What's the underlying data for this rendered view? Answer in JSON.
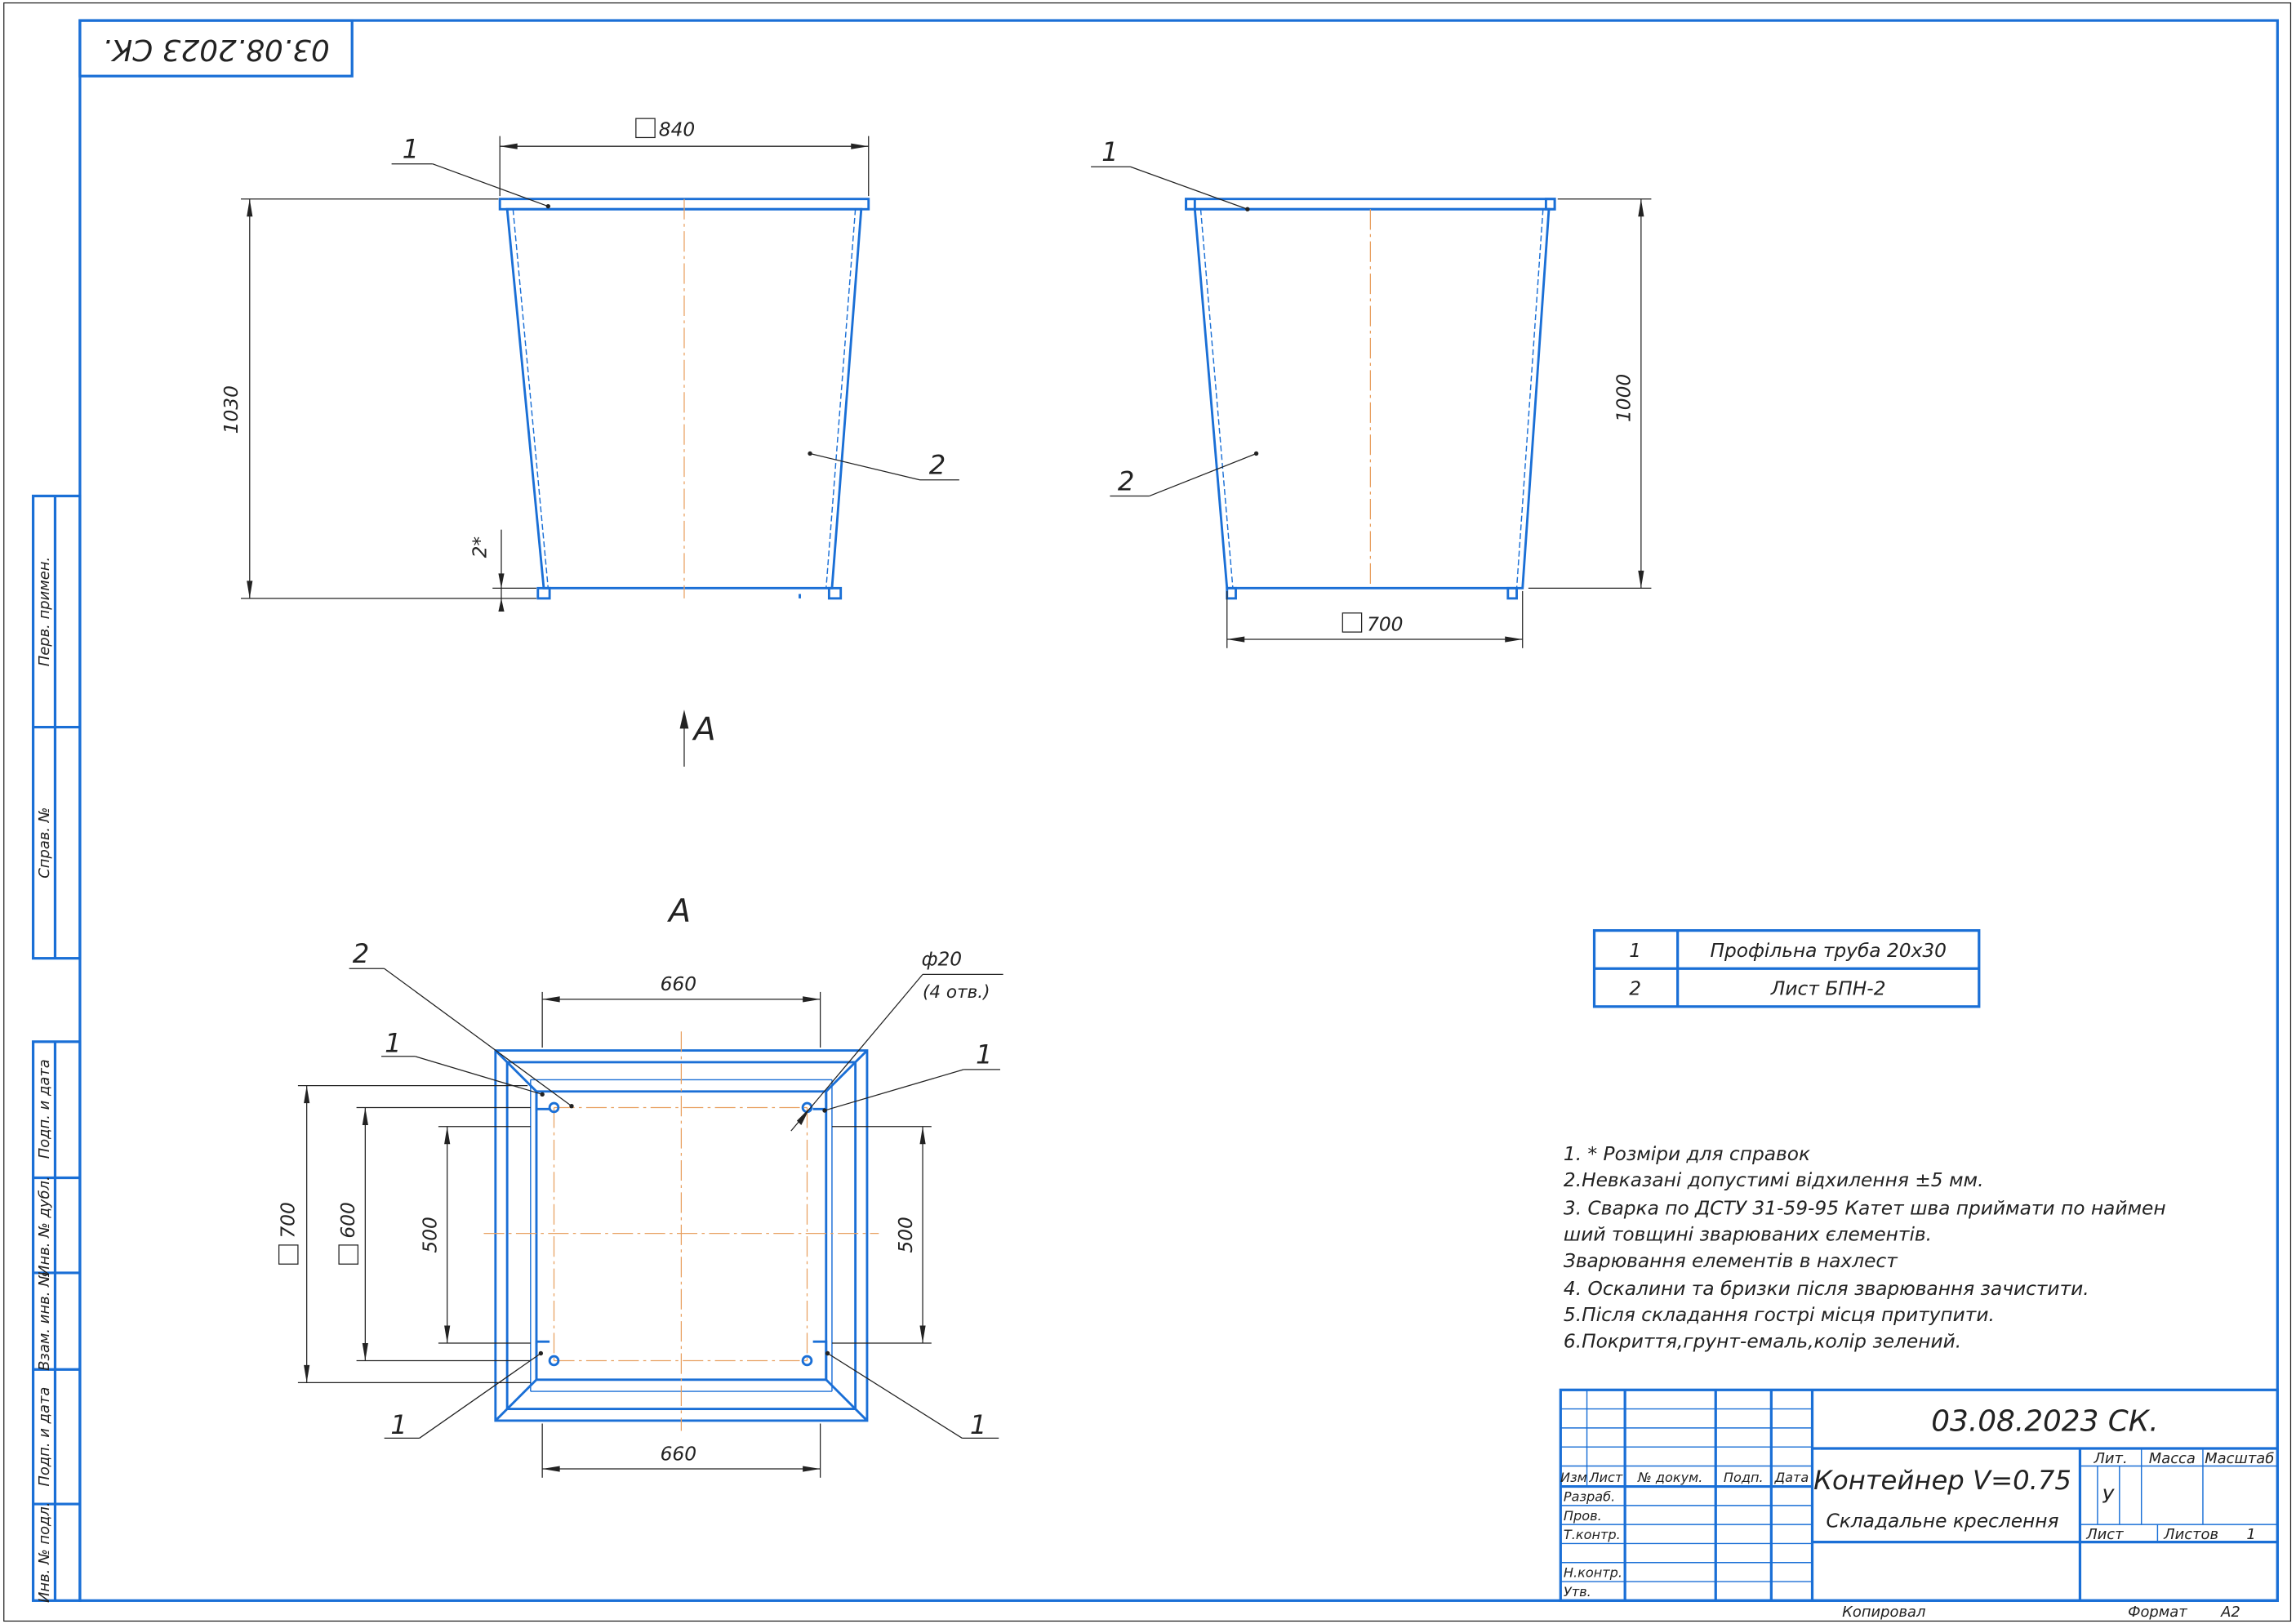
{
  "stamp_top": "03.08.2023 СК.",
  "side_strip": [
    "Перв. примен.",
    "Справ. №",
    "Подп. и дата",
    "Инв. № дубл.",
    "Взам. инв. №",
    "Подп. и дата",
    "Инв. № подл."
  ],
  "view_front": {
    "item1": "1",
    "item2": "2",
    "dim_width": "840",
    "dim_height": "1030",
    "dim_small": "2*"
  },
  "view_side": {
    "item1": "1",
    "item2": "2",
    "dim_height": "1000",
    "dim_width": "700"
  },
  "view_arrow": "А",
  "view_a": {
    "title": "А",
    "item2": "2",
    "item1_tl": "1",
    "item1_tr": "1",
    "item1_bl": "1",
    "item1_br": "1",
    "hole": "ф20",
    "hole_note": "(4 отв.)",
    "dim_top": "660",
    "dim_bottom": "660",
    "dim_700": "700",
    "dim_600": "600",
    "dim_500_left": "500",
    "dim_500_right": "500"
  },
  "spec_table": [
    {
      "pos": "1",
      "name": "Профільна труба 20х30"
    },
    {
      "pos": "2",
      "name": "Лист БПН-2"
    }
  ],
  "notes": [
    "1. * Розміри для справок",
    "2.Невказані допустимі відхилення ±5 мм.",
    "3. Сварка по ДСТУ 31-59-95 Катет шва приймати по наймен",
    "ший товщині зварюваних єлементів.",
    "Зварювання елементів в нахлест",
    "4. Оскалини та бризки після зварювання зачистити.",
    "5.Після складання гострі місця притупити.",
    "6.Покриття,грунт-емаль,колір зелений."
  ],
  "title_block": {
    "doc_code": "03.08.2023 СК.",
    "name": "Контейнер V=0.75",
    "subtitle": "Складальне креслення",
    "col_izm": "Изм",
    "col_list": "Лист",
    "col_doc": "№ докум.",
    "col_podp": "Подп.",
    "col_data": "Дата",
    "row_razrab": "Разраб.",
    "row_prov": "Пров.",
    "row_tkontr": "Т.контр.",
    "row_nkontr": "Н.контр.",
    "row_utv": "Утв.",
    "lit": "Лит.",
    "massa": "Масса",
    "masshtab": "Масштаб",
    "lit_value": "У",
    "list": "Лист",
    "listov": "Листов",
    "listov_value": "1"
  },
  "footer": {
    "kopiroval": "Копировал",
    "format_label": "Формат",
    "format_value": "А2"
  }
}
